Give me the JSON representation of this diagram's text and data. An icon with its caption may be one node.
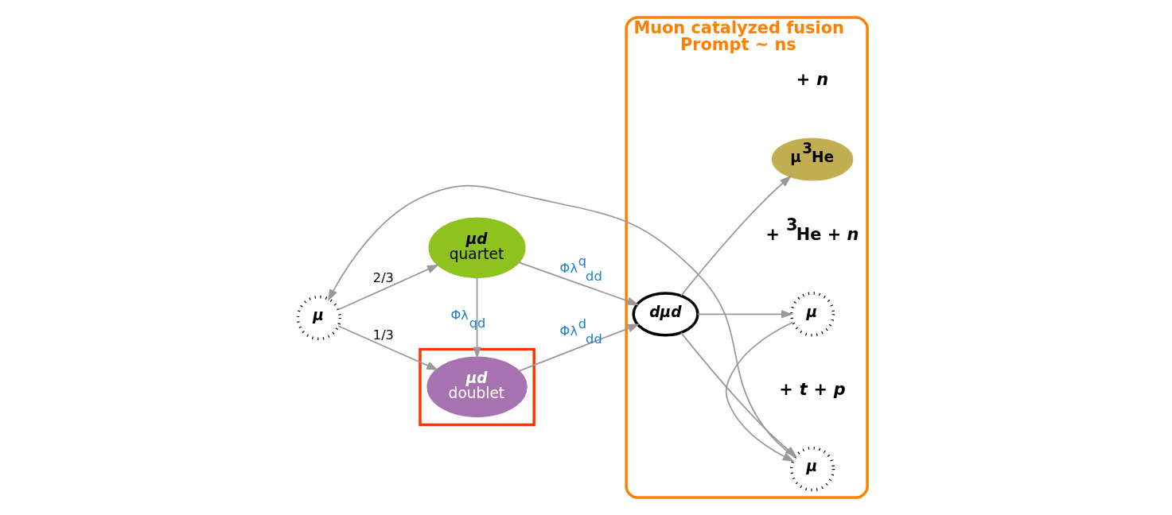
{
  "diagram": {
    "nodes": [
      {
        "text": [
          "Muon catalyzed fusion",
          "Prompt ~ ns"
        ]
      },
      {
        "text": [
          "μ"
        ]
      },
      {
        "text": [
          "μd",
          "quartet"
        ]
      },
      {
        "text": [],
        "shape": "box"
      },
      {
        "text": [
          "μd",
          "doublet"
        ],
        "in": 3
      },
      {
        "text": [
          "dμd"
        ],
        "in": 0
      },
      {
        "text": [
          "μ"
        ],
        "in": 0,
        "beside": [
          "+ *t* + *p*"
        ]
      },
      {
        "text": [
          "μ"
        ],
        "in": 0,
        "beside": [
          "+ $^{3}$He + *n*"
        ]
      },
      {
        "text": [
          "μ$^{3}$He"
        ],
        "in": 0,
        "beside": [
          "+ *n*"
        ]
      }
    ],
    "edges": [
      {
        "from": 6,
        "to": 1,
        "arrow": "to"
      },
      {
        "from": 1,
        "to": 2,
        "arrow": "to",
        "label": "2/3"
      },
      {
        "from": 1,
        "to": 4,
        "arrow": "to",
        "label": "1/3"
      },
      {
        "from": 2,
        "to": 4,
        "arrow": "to",
        "label": "Φλ$_{qd}$"
      },
      {
        "from": 2,
        "to": 5,
        "arrow": "to",
        "label": "Φλ$^{q}$$_{dd}$"
      },
      {
        "from": 4,
        "to": 5,
        "arrow": "to",
        "label": "Φλ$^{d}$$_{dd}$"
      },
      {
        "from": 5,
        "to": 6,
        "arrow": "to"
      },
      {
        "from": 5,
        "to": 7,
        "arrow": "to"
      },
      {
        "from": 5,
        "to": 8,
        "arrow": "to"
      },
      {
        "from": 7,
        "to": 6,
        "arrow": "to"
      }
    ]
  }
}
